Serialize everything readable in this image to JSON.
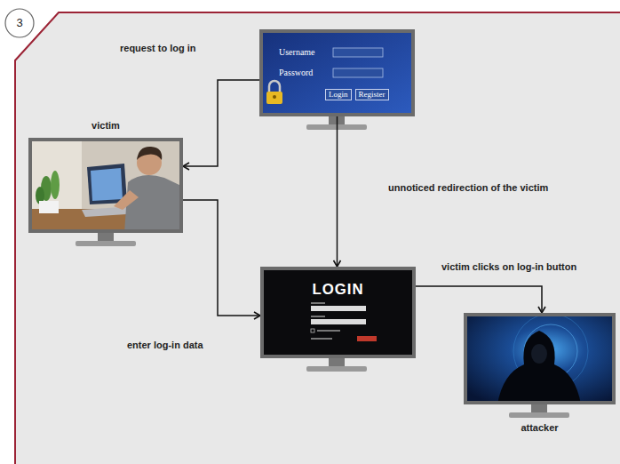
{
  "diagram": {
    "nodes": [
      {
        "text": [
          "Username",
          "Password",
          "Login",
          "Register"
        ]
      },
      {
        "text": [
          "victim"
        ]
      },
      {
        "text": [
          "LOGIN"
        ]
      },
      {
        "text": [
          "attacker"
        ]
      }
    ],
    "edges": [
      {
        "from": 0,
        "to": 1,
        "arrow": "to",
        "label": "request to log in"
      },
      {
        "from": 0,
        "to": 2,
        "arrow": "to",
        "label": "unnoticed redirection of the victim"
      },
      {
        "from": 1,
        "to": 2,
        "arrow": "to",
        "label": "enter log-in data"
      },
      {
        "from": 2,
        "to": 3,
        "arrow": "to",
        "label": "victim clicks on log-in button"
      }
    ],
    "labels": [
      "3"
    ]
  }
}
